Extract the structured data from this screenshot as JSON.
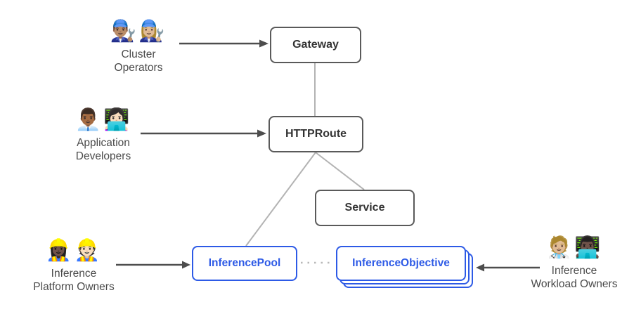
{
  "diagram": {
    "name": "gateway-api-inference-extension-architecture",
    "colors": {
      "node_border_gray": "#5a5a5a",
      "node_text_dark": "#333333",
      "accent_blue": "#2d5ae6",
      "arrow_dark": "#4d4d4d",
      "connector_light": "#b3b3b3",
      "actor_text": "#4a4a4a",
      "background": "#ffffff"
    }
  },
  "actors": {
    "cluster_operators": {
      "emoji_1": "👨🏽‍🔧",
      "emoji_2": "👩🏼‍🔧",
      "emoji_1_name": "man-mechanic-emoji",
      "emoji_2_name": "woman-mechanic-emoji",
      "line_1": "Cluster",
      "line_2": "Operators"
    },
    "application_developers": {
      "emoji_1": "👨🏾‍💼",
      "emoji_2": "👩🏻‍💻",
      "emoji_1_name": "man-office-worker-emoji",
      "emoji_2_name": "woman-technologist-emoji",
      "line_1": "Application",
      "line_2": "Developers"
    },
    "inference_platform_owners": {
      "emoji_1": "👷🏿‍♀️",
      "emoji_2": "👷🏻",
      "emoji_1_name": "woman-construction-worker-emoji",
      "emoji_2_name": "man-construction-worker-emoji",
      "line_1": "Inference",
      "line_2": "Platform Owners"
    },
    "inference_workload_owners": {
      "emoji_1": "🧑🏼‍⚕️",
      "emoji_2": "👨🏿‍💻",
      "emoji_1_name": "health-worker-emoji",
      "emoji_2_name": "man-technologist-emoji",
      "line_1": "Inference",
      "line_2": "Workload Owners"
    }
  },
  "nodes": {
    "gateway": {
      "label": "Gateway",
      "style": "gray"
    },
    "httproute": {
      "label": "HTTPRoute",
      "style": "gray"
    },
    "service": {
      "label": "Service",
      "style": "gray"
    },
    "inference_pool": {
      "label": "InferencePool",
      "style": "blue"
    },
    "inference_objective": {
      "label": "InferenceObjective",
      "style": "blue",
      "stacked": true,
      "stack_count": 3
    }
  },
  "edges": [
    {
      "from": "cluster_operators",
      "to": "gateway",
      "type": "arrow"
    },
    {
      "from": "application_developers",
      "to": "httproute",
      "type": "arrow"
    },
    {
      "from": "inference_platform_owners",
      "to": "inference_pool",
      "type": "arrow"
    },
    {
      "from": "inference_workload_owners",
      "to": "inference_objective",
      "type": "arrow"
    },
    {
      "from": "gateway",
      "to": "httproute",
      "type": "line"
    },
    {
      "from": "httproute",
      "to": "inference_pool",
      "type": "line"
    },
    {
      "from": "httproute",
      "to": "service",
      "type": "line"
    },
    {
      "from": "inference_pool",
      "to": "inference_objective",
      "type": "dotted-line"
    }
  ]
}
